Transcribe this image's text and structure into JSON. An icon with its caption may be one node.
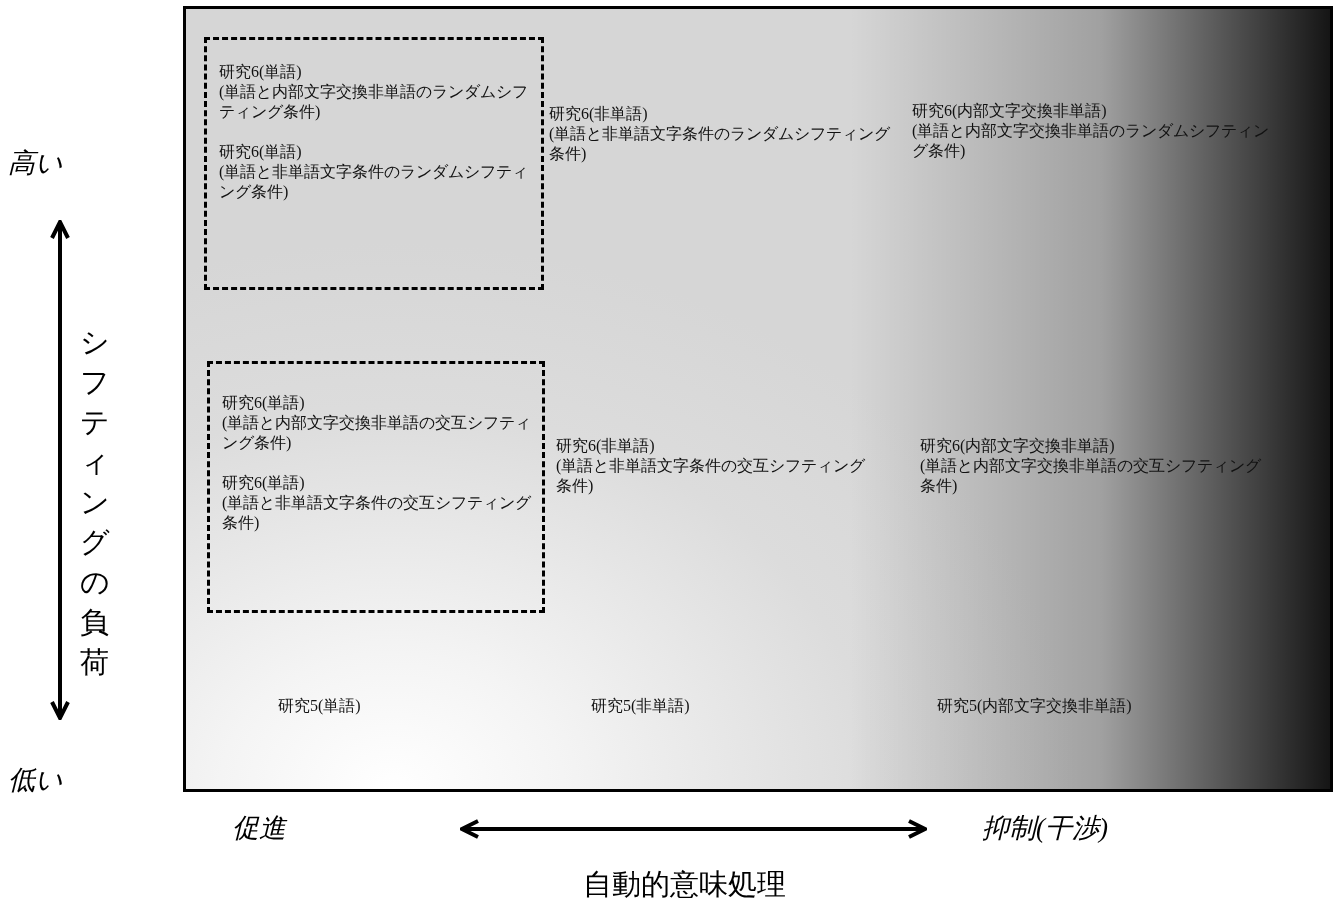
{
  "diagram": {
    "nodes": [
      {
        "text": [],
        "shape": "box"
      },
      {
        "text": [
          "研究6(単語)",
          "(単語と内部文字交換非単語のランダムシフティング条件)",
          "研究6(単語)",
          "(単語と非単語文字条件のランダムシフティング条件)"
        ],
        "in": 0
      },
      {
        "text": [
          "研究6(単語)",
          "(単語と内部文字交換非単語の交互シフティング条件)",
          "研究6(単語)",
          "(単語と非単語文字条件の交互シフティング条件)"
        ],
        "in": 0
      }
    ],
    "edges": [],
    "labels": [
      "高い",
      "研究6(非単語)",
      "(単語と非単語文字条件のランダムシフティング条件)",
      "研究6(内部文字交換非単語)",
      "(単語と内部文字交換非単語のランダムシフティング条件)",
      "シフティングの負荷",
      "研究6(非単語)",
      "(単語と非単語文字条件の交互シフティング条件)",
      "研究6(内部文字交換非単語)",
      "(単語と内部文字交換非単語の交互シフティング条件)",
      "研究5(単語)",
      "研究5(非単語)",
      "研究5(内部文字交換非単語)",
      "低い",
      "促進",
      "抑制(干渉)",
      "自動的意味処理"
    ]
  }
}
